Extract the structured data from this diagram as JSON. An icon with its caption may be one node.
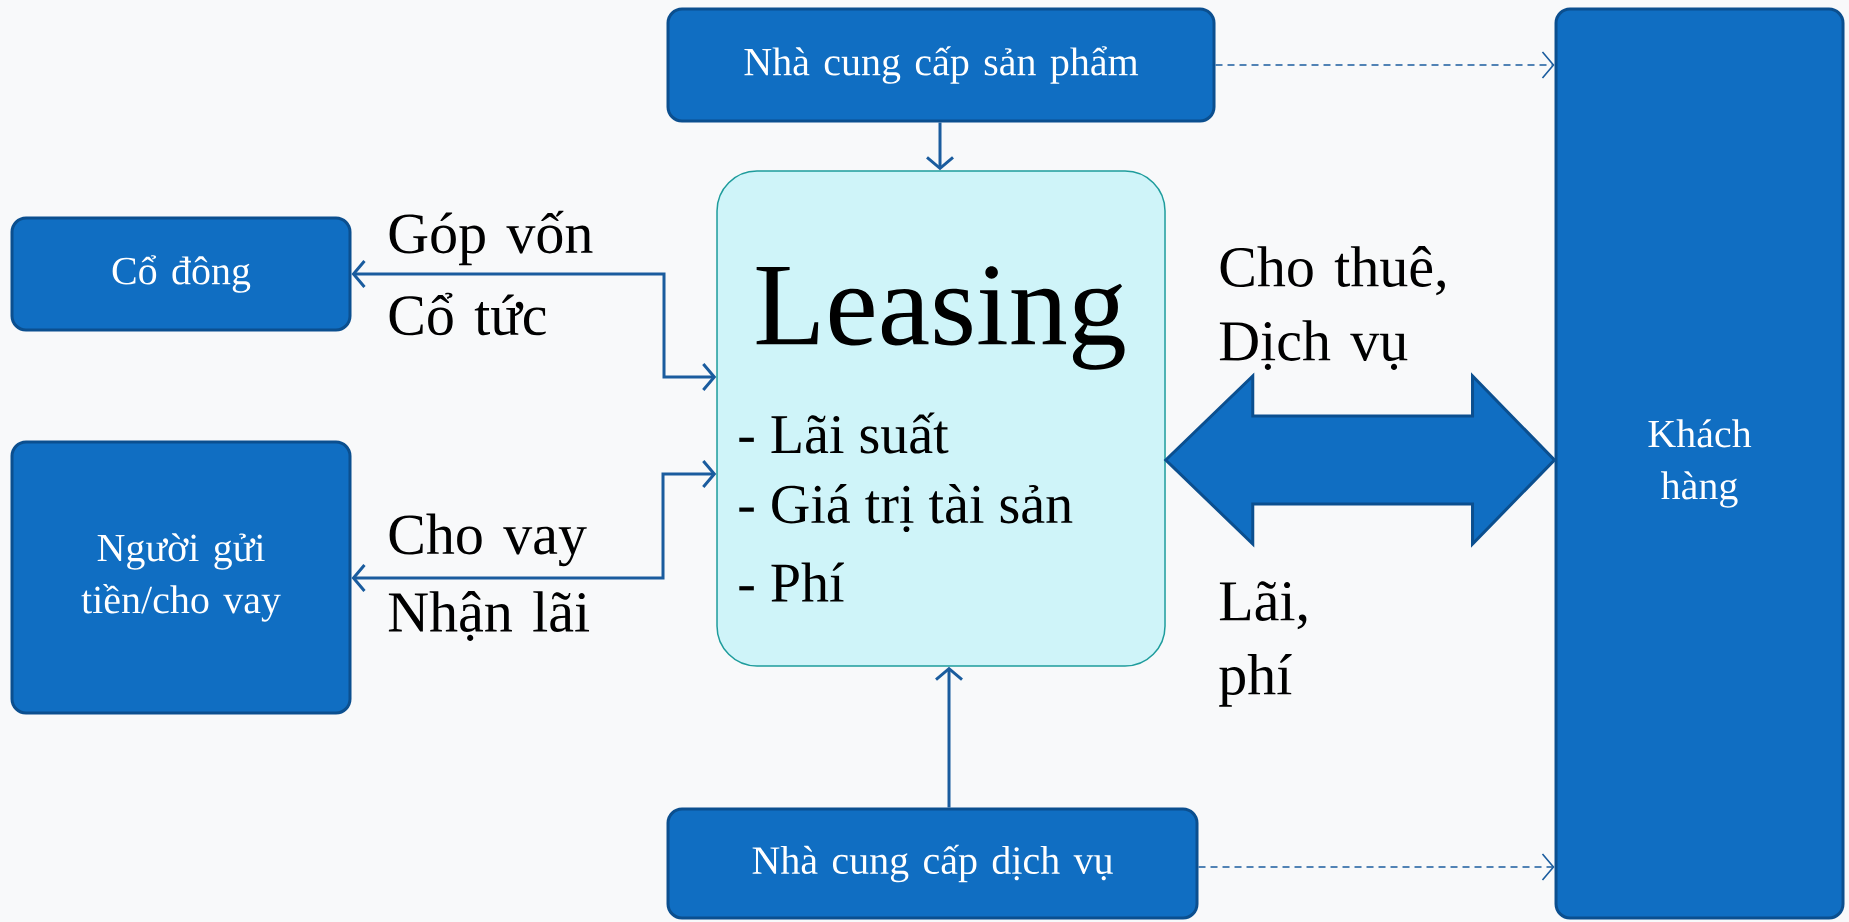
{
  "diagram": {
    "nodes": [
      {
        "text": [
          "Nhà cung cấp sản phẩm"
        ]
      },
      {
        "text": [
          "Cổ đông"
        ]
      },
      {
        "text": [
          "Leasing",
          "- Lãi suất",
          "- Giá trị tài sản",
          "- Phí"
        ]
      },
      {
        "text": [
          "Người gửi tiền/cho vay"
        ]
      },
      {
        "text": [
          "Khách hàng"
        ]
      },
      {
        "text": [
          "Nhà cung cấp dịch vụ"
        ]
      }
    ],
    "edges": [
      {
        "from": 0,
        "to": 2,
        "arrow": "to"
      },
      {
        "from": 0,
        "to": 4,
        "arrow": "to",
        "style": "dashed"
      },
      {
        "from": 2,
        "to": 1,
        "arrow": "both",
        "label": "Góp vốn"
      },
      {
        "from": 2,
        "to": 3,
        "arrow": "both",
        "label": "Cho vay"
      },
      {
        "from": 2,
        "to": 4,
        "arrow": "both",
        "style": "thick",
        "label": "Cho thuê, Dịch vụ"
      },
      {
        "from": 5,
        "to": 2,
        "arrow": "to"
      },
      {
        "from": 5,
        "to": 4,
        "arrow": "to",
        "style": "dashed"
      }
    ],
    "labels": [
      "Cổ tức",
      "Nhận lãi",
      "Lãi, phí"
    ]
  }
}
